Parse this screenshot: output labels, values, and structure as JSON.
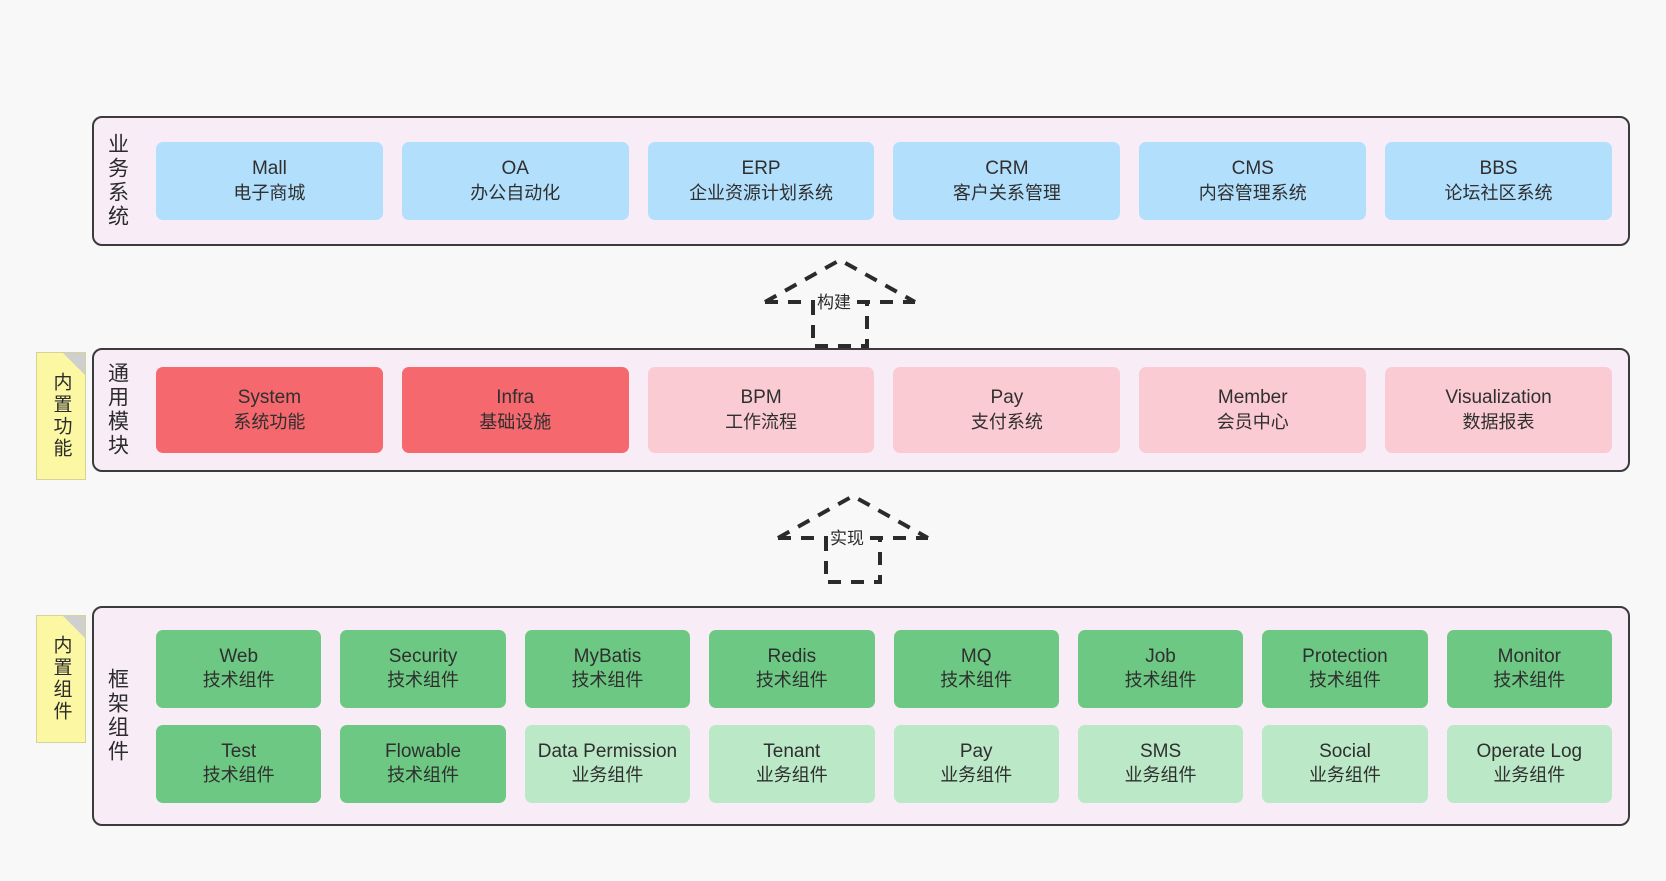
{
  "layers": {
    "business": {
      "title": "业务系统",
      "cards": [
        {
          "en": "Mall",
          "cn": "电子商城"
        },
        {
          "en": "OA",
          "cn": "办公自动化"
        },
        {
          "en": "ERP",
          "cn": "企业资源计划系统"
        },
        {
          "en": "CRM",
          "cn": "客户关系管理"
        },
        {
          "en": "CMS",
          "cn": "内容管理系统"
        },
        {
          "en": "BBS",
          "cn": "论坛社区系统"
        }
      ]
    },
    "modules": {
      "title": "通用模块",
      "note": "内置功能",
      "cards": [
        {
          "en": "System",
          "cn": "系统功能",
          "tone": "c-red"
        },
        {
          "en": "Infra",
          "cn": "基础设施",
          "tone": "c-red"
        },
        {
          "en": "BPM",
          "cn": "工作流程",
          "tone": "c-pink"
        },
        {
          "en": "Pay",
          "cn": "支付系统",
          "tone": "c-pink"
        },
        {
          "en": "Member",
          "cn": "会员中心",
          "tone": "c-pink"
        },
        {
          "en": "Visualization",
          "cn": "数据报表",
          "tone": "c-pink"
        }
      ]
    },
    "framework": {
      "title": "框架组件",
      "note": "内置组件",
      "row1": [
        {
          "en": "Web",
          "cn": "技术组件",
          "tone": "c-green"
        },
        {
          "en": "Security",
          "cn": "技术组件",
          "tone": "c-green"
        },
        {
          "en": "MyBatis",
          "cn": "技术组件",
          "tone": "c-green"
        },
        {
          "en": "Redis",
          "cn": "技术组件",
          "tone": "c-green"
        },
        {
          "en": "MQ",
          "cn": "技术组件",
          "tone": "c-green"
        },
        {
          "en": "Job",
          "cn": "技术组件",
          "tone": "c-green"
        },
        {
          "en": "Protection",
          "cn": "技术组件",
          "tone": "c-green"
        },
        {
          "en": "Monitor",
          "cn": "技术组件",
          "tone": "c-green"
        }
      ],
      "row2": [
        {
          "en": "Test",
          "cn": "技术组件",
          "tone": "c-green"
        },
        {
          "en": "Flowable",
          "cn": "技术组件",
          "tone": "c-green"
        },
        {
          "en": "Data Permission",
          "cn": "业务组件",
          "tone": "c-greenlight"
        },
        {
          "en": "Tenant",
          "cn": "业务组件",
          "tone": "c-greenlight"
        },
        {
          "en": "Pay",
          "cn": "业务组件",
          "tone": "c-greenlight"
        },
        {
          "en": "SMS",
          "cn": "业务组件",
          "tone": "c-greenlight"
        },
        {
          "en": "Social",
          "cn": "业务组件",
          "tone": "c-greenlight"
        },
        {
          "en": "Operate Log",
          "cn": "业务组件",
          "tone": "c-greenlight"
        }
      ]
    }
  },
  "arrows": {
    "build": "构建",
    "implement": "实现"
  },
  "colors": {
    "panel_bg": "#f8ecf6",
    "panel_border": "#3b3b3b",
    "business_card": "#b2dffc",
    "module_primary": "#f4686e",
    "module_secondary": "#fbcbd3",
    "component_tech": "#6cc882",
    "component_biz": "#bbe8c6",
    "note_bg": "#fbf7a3",
    "canvas_bg": "#f8f8f8"
  }
}
